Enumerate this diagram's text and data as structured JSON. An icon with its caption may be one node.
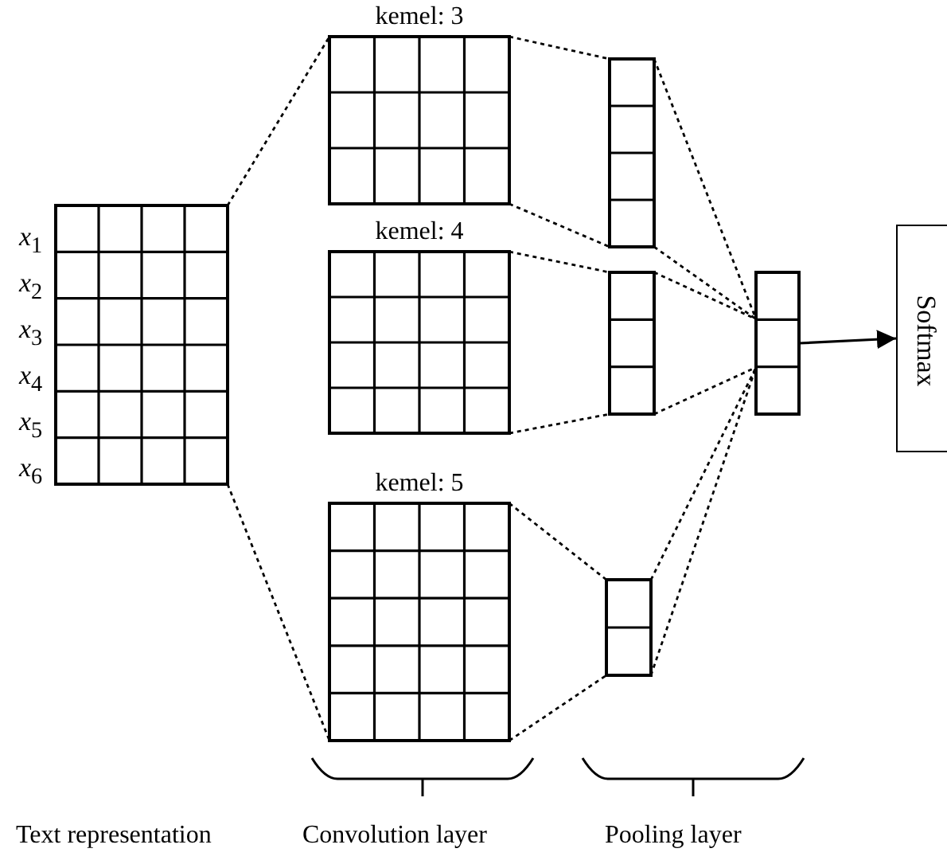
{
  "diagram": {
    "nodes": [
      {
        "text": [],
        "shape": "grid"
      },
      {
        "text": [],
        "shape": "grid",
        "beside": [
          "kemel: 3"
        ]
      },
      {
        "text": [],
        "shape": "grid",
        "beside": [
          "kemel: 4"
        ]
      },
      {
        "text": [],
        "shape": "grid",
        "beside": [
          "kemel: 5"
        ]
      },
      {
        "text": [],
        "shape": "grid"
      },
      {
        "text": [],
        "shape": "grid"
      },
      {
        "text": [],
        "shape": "grid"
      },
      {
        "text": [],
        "shape": "grid"
      },
      {
        "text": [
          "Softmax"
        ]
      }
    ],
    "edges": [
      {
        "from": 0,
        "to": 1,
        "arrow": "none",
        "style": "dashed"
      },
      {
        "from": 0,
        "to": 3,
        "arrow": "none",
        "style": "dashed"
      },
      {
        "from": 1,
        "to": 4,
        "arrow": "none",
        "style": "dashed"
      },
      {
        "from": 1,
        "to": 4,
        "arrow": "none",
        "style": "dashed"
      },
      {
        "from": 2,
        "to": 5,
        "arrow": "none",
        "style": "dashed"
      },
      {
        "from": 2,
        "to": 5,
        "arrow": "none",
        "style": "dashed"
      },
      {
        "from": 3,
        "to": 6,
        "arrow": "none",
        "style": "dashed"
      },
      {
        "from": 3,
        "to": 6,
        "arrow": "none",
        "style": "dashed"
      },
      {
        "from": 4,
        "to": 7,
        "arrow": "none",
        "style": "dashed"
      },
      {
        "from": 4,
        "to": 7,
        "arrow": "none",
        "style": "dashed"
      },
      {
        "from": 5,
        "to": 7,
        "arrow": "none",
        "style": "dashed"
      },
      {
        "from": 5,
        "to": 7,
        "arrow": "none",
        "style": "dashed"
      },
      {
        "from": 6,
        "to": 7,
        "arrow": "none",
        "style": "dashed"
      },
      {
        "from": 6,
        "to": 7,
        "arrow": "none",
        "style": "dashed"
      },
      {
        "from": 7,
        "to": 8,
        "arrow": "to"
      }
    ],
    "labels": [
      "*x*$_{1}$",
      "*x*$_{2}$",
      "*x*$_{3}$",
      "*x*$_{4}$",
      "*x*$_{5}$",
      "*x*$_{6}$",
      "Text representation",
      "Convolution layer",
      "Pooling layer"
    ]
  }
}
